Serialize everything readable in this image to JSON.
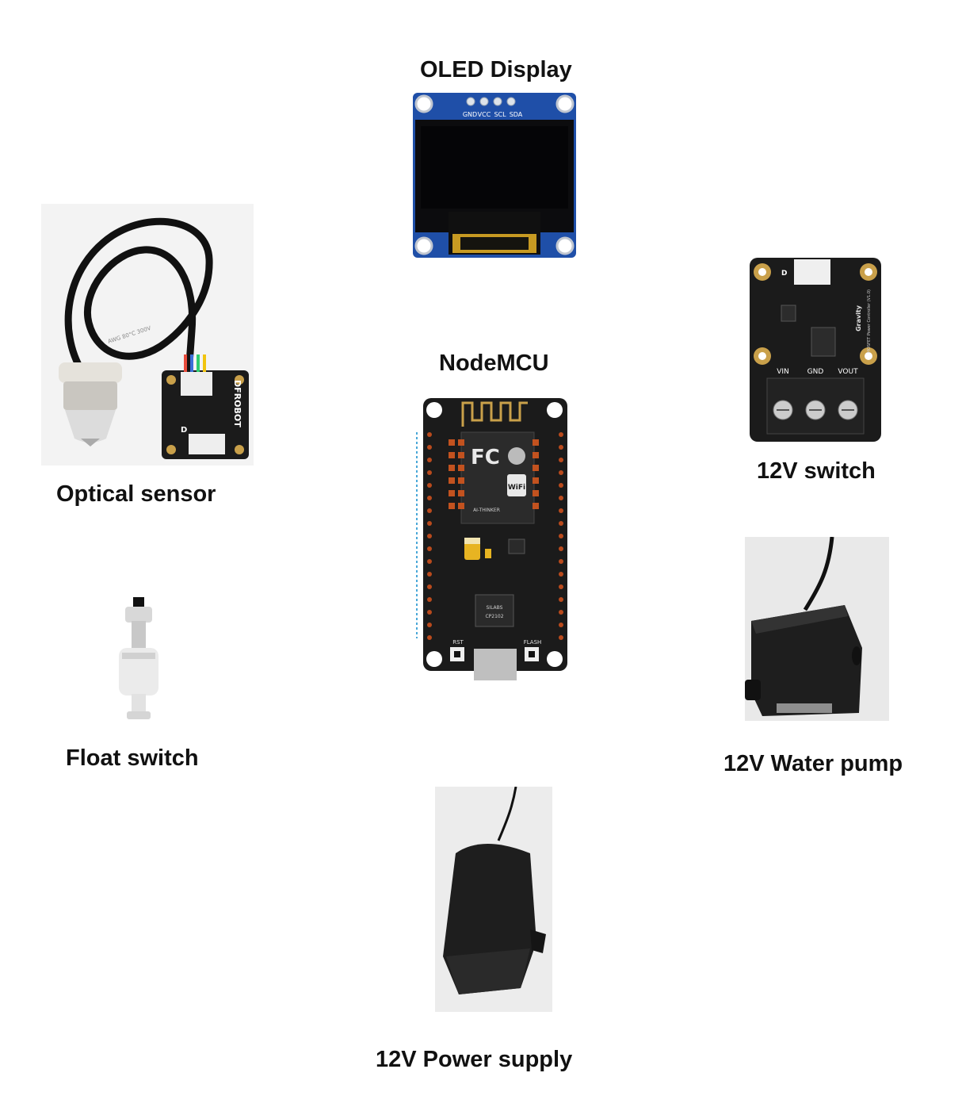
{
  "components": {
    "oled": {
      "label": "OLED Display",
      "pins": [
        "GND",
        "VCC",
        "SCL",
        "SDA"
      ]
    },
    "nodemcu": {
      "label": "NodeMCU",
      "button_left": "RST",
      "button_right": "FLASH",
      "wifi_mark": "WiFi",
      "fc_mark": "FC",
      "module_vendor": "AI-THINKER",
      "chip_vendor": "SILABS",
      "chip_model": "CP2102"
    },
    "optical": {
      "label": "Optical sensor",
      "brand": "DFROBOT",
      "cable_print": "AWG 80°C 300V",
      "port_mark": "D"
    },
    "switch12v": {
      "label": "12V switch",
      "pins": [
        "VIN",
        "GND",
        "VOUT"
      ],
      "brand": "Gravity",
      "model": "MOSFET Power Controller (V1.0)",
      "port_mark": "D"
    },
    "float": {
      "label": "Float switch"
    },
    "pump": {
      "label": "12V Water pump"
    },
    "supply": {
      "label": "12V Power supply"
    }
  },
  "colors": {
    "pcb_blue": "#1f4fa8",
    "pcb_black": "#1b1b1b",
    "gold": "#c9a04a",
    "pin_orange": "#c2521f",
    "terminal_black": "#222222"
  }
}
